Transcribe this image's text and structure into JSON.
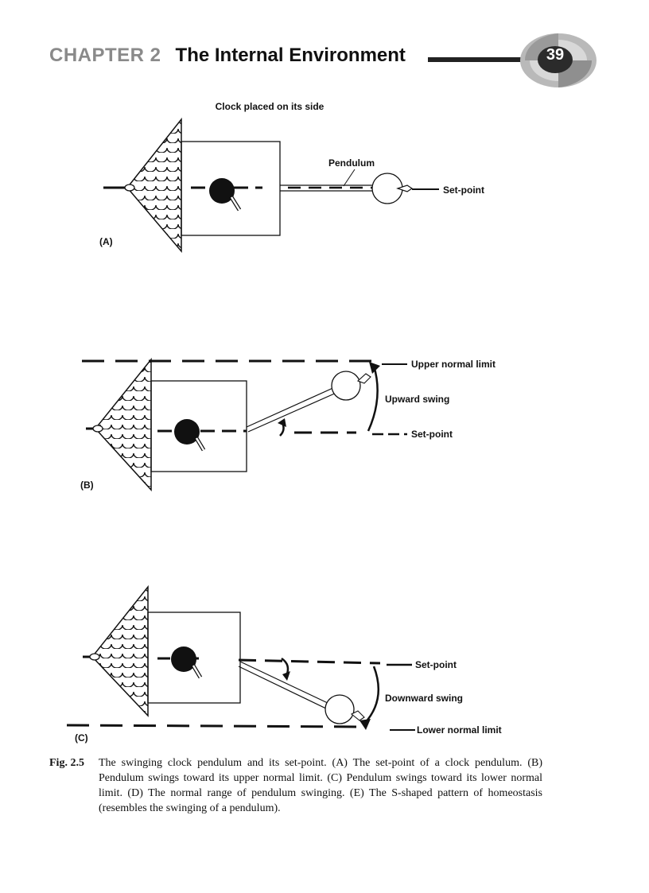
{
  "header": {
    "chapter_label": "CHAPTER 2",
    "chapter_title": "The Internal Environment",
    "page_number": "39"
  },
  "figure": {
    "panel_a": {
      "title": "Clock placed on its side",
      "pendulum_label": "Pendulum",
      "setpoint_label": "Set-point",
      "panel_label": "(A)"
    },
    "panel_b": {
      "upper_limit_label": "Upper normal limit",
      "swing_label": "Upward swing",
      "setpoint_label": "Set-point",
      "panel_label": "(B)"
    },
    "panel_c": {
      "setpoint_label": "Set-point",
      "swing_label": "Downward swing",
      "lower_limit_label": "Lower normal limit",
      "panel_label": "(C)"
    }
  },
  "caption": {
    "label": "Fig. 2.5",
    "text": "The swinging clock pendulum and its set-point. (A) The set-point of a clock pendulum. (B) Pendulum swings toward its upper normal limit. (C) Pendulum swings toward its lower normal limit. (D) The normal range of pendulum swinging. (E) The S-shaped pattern of homeostasis (resembles the swinging of a pendulum)."
  }
}
